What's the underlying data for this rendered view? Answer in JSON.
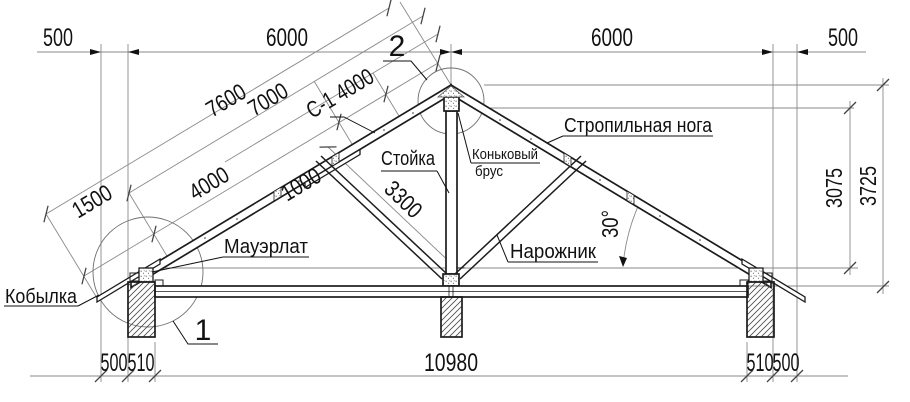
{
  "dims": {
    "top": {
      "left_overhang": "500",
      "left_span": "6000",
      "right_span": "6000",
      "right_overhang": "500"
    },
    "slope": {
      "total": "7600",
      "to_wall": "7000",
      "c1": "С-1 4000",
      "overhang": "1500",
      "lower": "4000",
      "splice": "1000"
    },
    "vertical": {
      "ridge": "3075",
      "total": "3725"
    },
    "post": "3300",
    "angle": "30°",
    "bottom": {
      "left_overhang": "500",
      "left_wall": "510",
      "span": "10980",
      "right_wall": "510",
      "right_overhang": "500"
    }
  },
  "labels": {
    "rafter": "Стропильная нога",
    "post": "Стойка",
    "ridge_beam_line1": "Коньковый",
    "ridge_beam_line2": "брус",
    "jack_rafter": "Нарожник",
    "wall_plate": "Мауэрлат",
    "eave_filler": "Кобылка"
  },
  "callouts": {
    "ridge_node": "2",
    "eave_node": "1"
  },
  "colors": {
    "line": "#1c1c1c",
    "dim": "#8a8a8a",
    "background": "#ffffff"
  }
}
